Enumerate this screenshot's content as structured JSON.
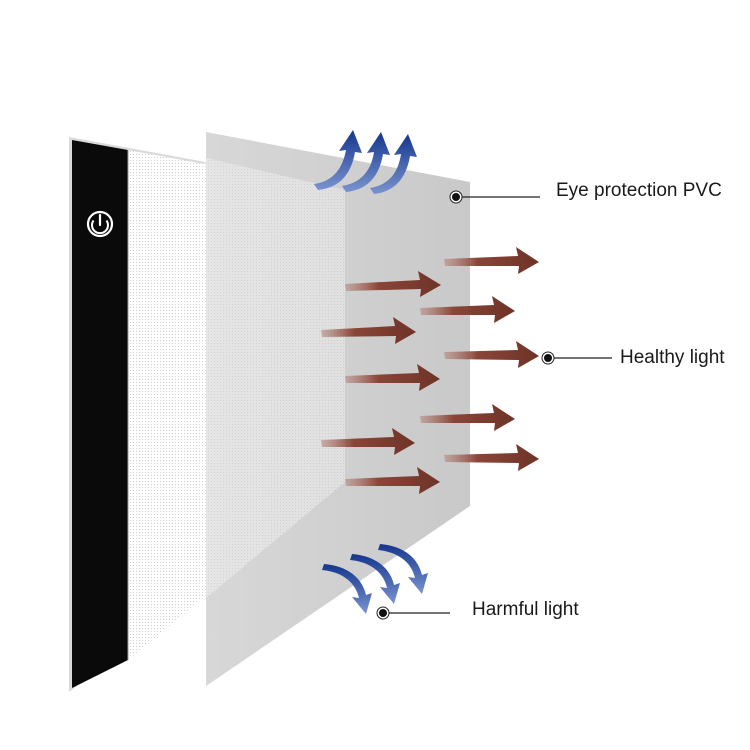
{
  "labels": {
    "eye_protection": "Eye protection PVC",
    "healthy_light": "Healthy light",
    "harmful_light": "Harmful light"
  },
  "icons": {
    "power": "power-icon"
  },
  "colors": {
    "healthy_arrow": "#7a3b2e",
    "harmful_arrow": "#1d3f93",
    "board_bezel": "#0a0a0a",
    "pvc_sheet": "#c9c9c9",
    "leader_line": "#222222"
  }
}
